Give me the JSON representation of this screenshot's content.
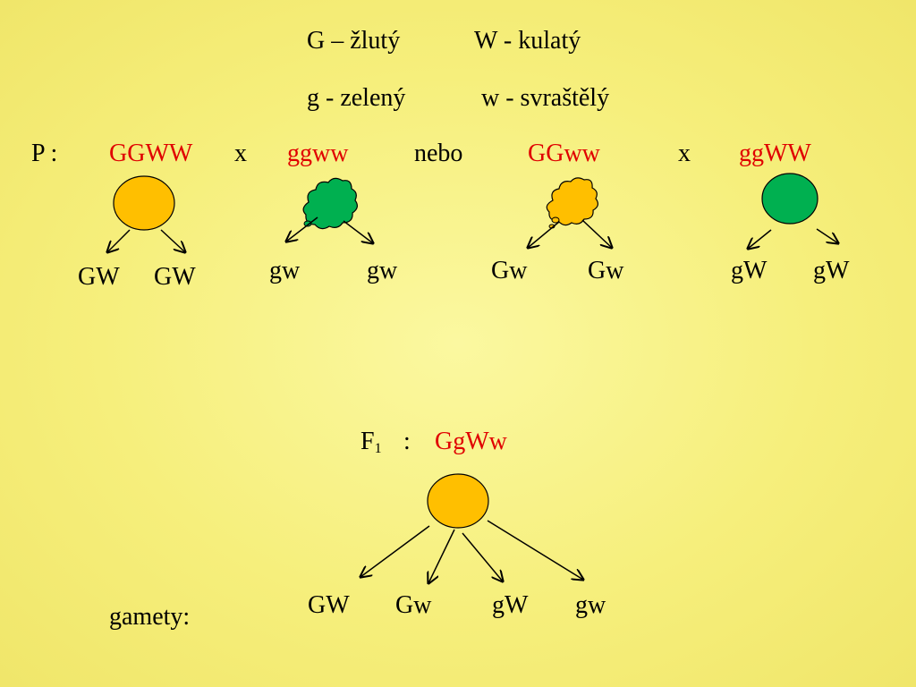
{
  "legend": {
    "line1": {
      "left": "G – žlutý",
      "right": "W - kulatý"
    },
    "line2": {
      "left": "g  - zelený",
      "right": "w - svraštělý"
    }
  },
  "parents": {
    "label": "P :",
    "cross_symbol": "x",
    "or_word": "nebo",
    "pair1": {
      "parent_a": "GGWW",
      "parent_b": "ggww"
    },
    "pair2": {
      "parent_a": "GGww",
      "parent_b": "ggWW"
    }
  },
  "parent_gametes": {
    "GGWW": [
      "GW",
      "GW"
    ],
    "ggww": [
      "gw",
      "gw"
    ],
    "GGww": [
      "Gw",
      "Gw"
    ],
    "ggWW": [
      "gW",
      "gW"
    ]
  },
  "f1": {
    "label": "F",
    "subscript": "1",
    "colon": ":",
    "genotype": "GgWw"
  },
  "gametes": {
    "label": "gamety:",
    "items": [
      "GW",
      "Gw",
      "gW",
      "gw"
    ]
  },
  "colors": {
    "yellow_pea": "#ffbf00",
    "green_pea": "#00b050",
    "genotype_text": "#e00000"
  }
}
